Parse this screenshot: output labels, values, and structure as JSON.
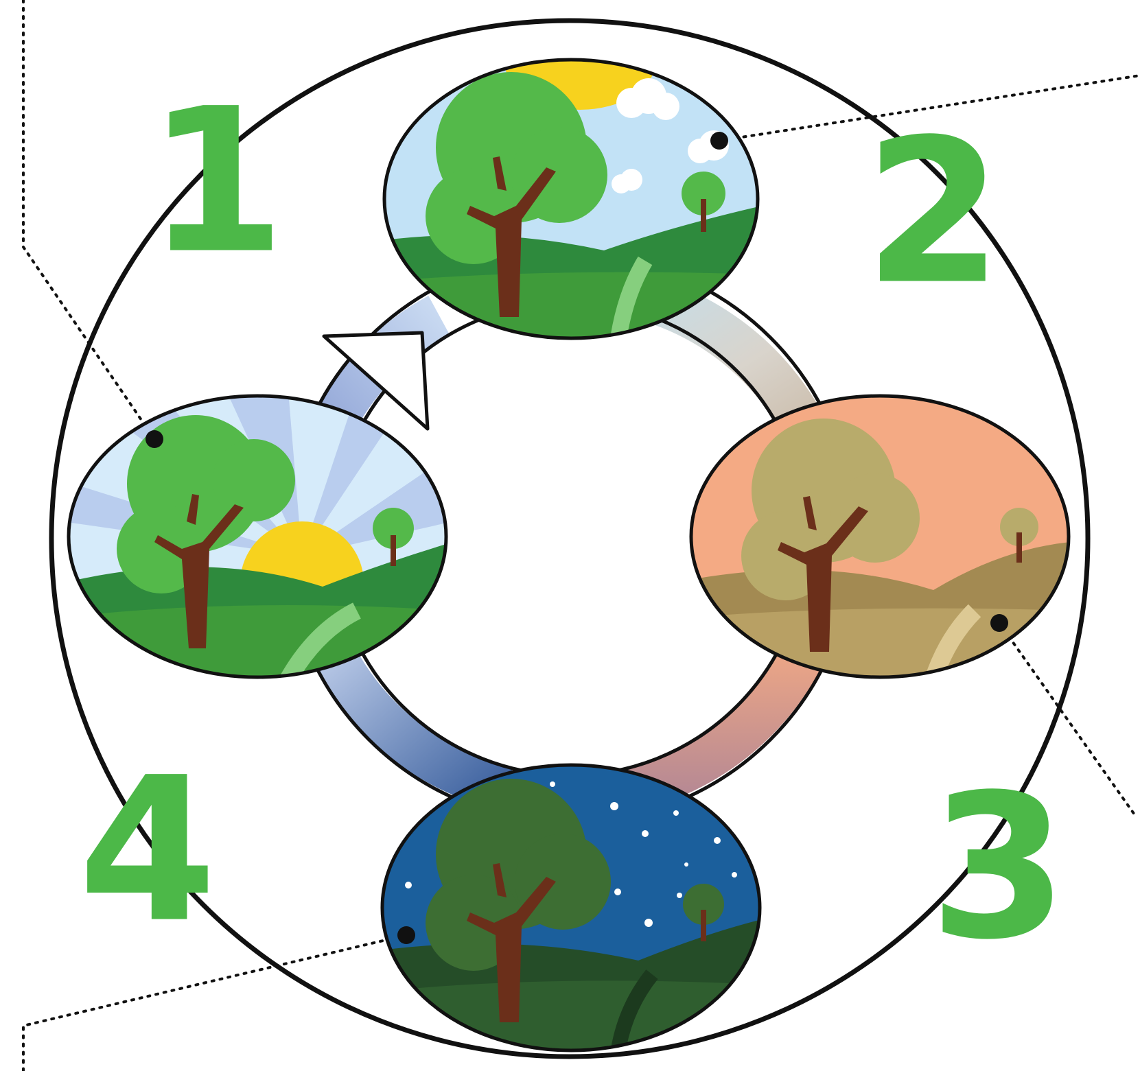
{
  "diagram": {
    "steps": [
      {
        "number": "1",
        "scene": "sunrise"
      },
      {
        "number": "2",
        "scene": "midday"
      },
      {
        "number": "3",
        "scene": "sunset"
      },
      {
        "number": "4",
        "scene": "night"
      }
    ],
    "colors": {
      "number": "#4cb848",
      "outline": "#111111",
      "grass": "#3f9b3a",
      "trunk": "#6b2f1a"
    },
    "icons": [
      "cycle-arrow-icon",
      "sun-icon",
      "cloud-icon",
      "star-icon",
      "tree-icon"
    ]
  }
}
